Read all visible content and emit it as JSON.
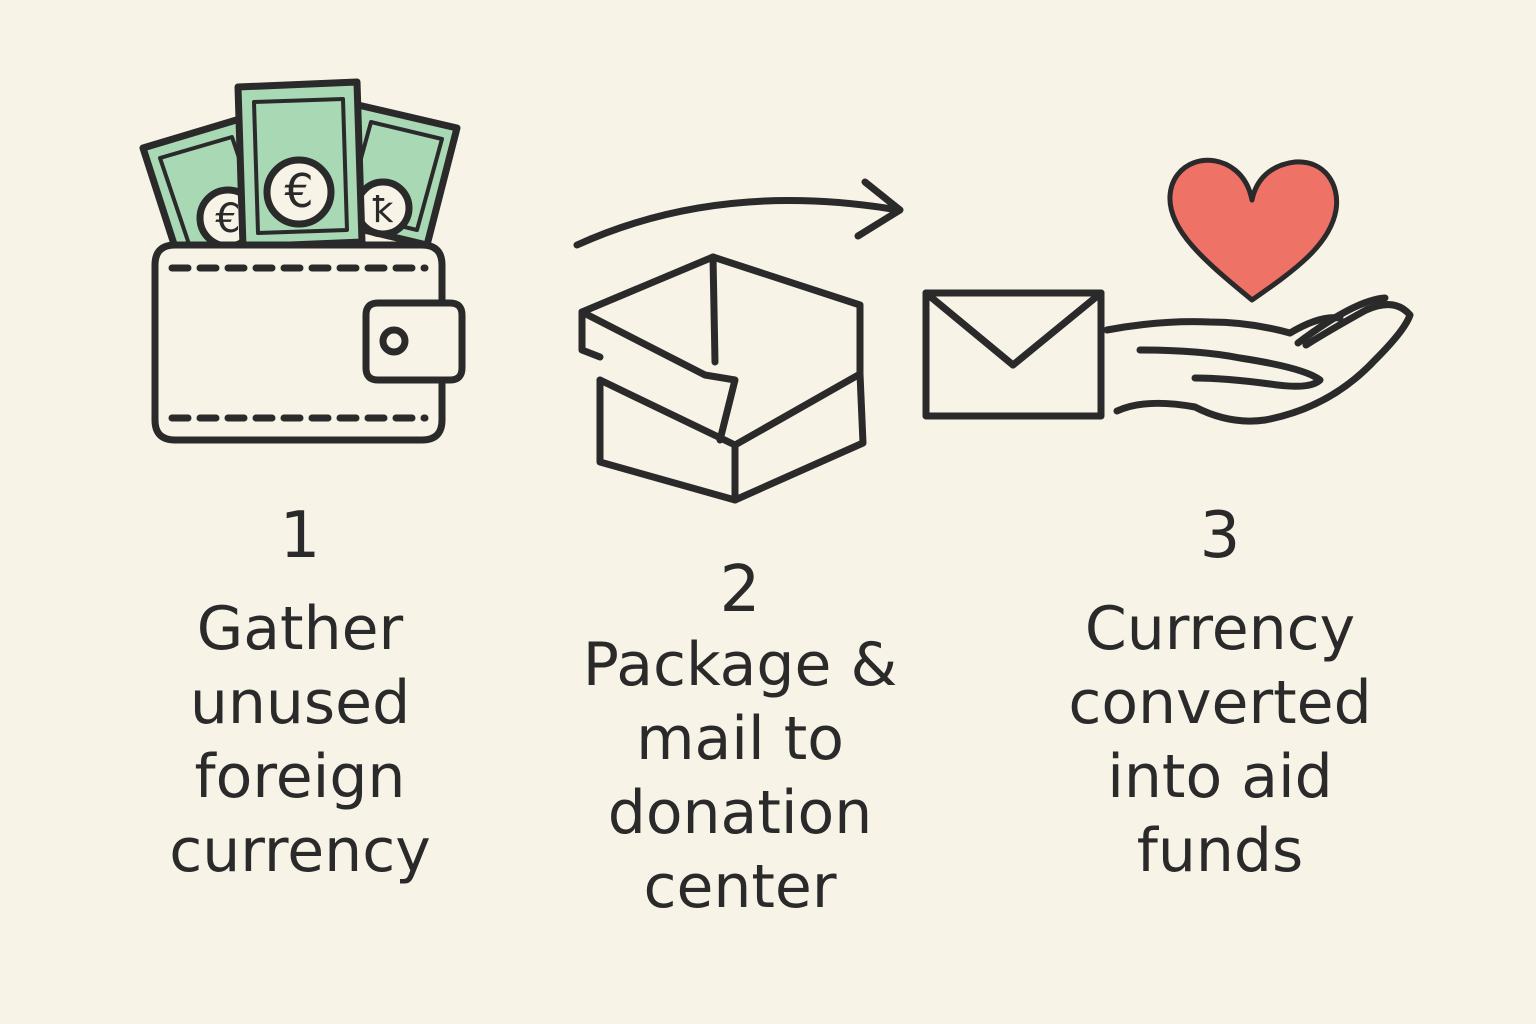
{
  "colors": {
    "background": "#f8f3e7",
    "ink": "#2a2a2a",
    "money_green": "#a8d8b4",
    "heart_red": "#ef7267"
  },
  "icons": [
    "wallet-with-banknotes-icon",
    "curved-arrow-icon",
    "open-box-icon",
    "envelope-icon",
    "open-hand-icon",
    "heart-icon"
  ],
  "currency_symbols": [
    "€",
    "€",
    "ꝁ"
  ],
  "steps": [
    {
      "number": "1",
      "lines": [
        "Gather",
        "unused",
        "foreign",
        "currency"
      ]
    },
    {
      "number": "2",
      "lines": [
        "Package &",
        "mail to",
        "donation",
        "center"
      ]
    },
    {
      "number": "3",
      "lines": [
        "Currency",
        "converted",
        "into aid",
        "funds"
      ]
    }
  ]
}
